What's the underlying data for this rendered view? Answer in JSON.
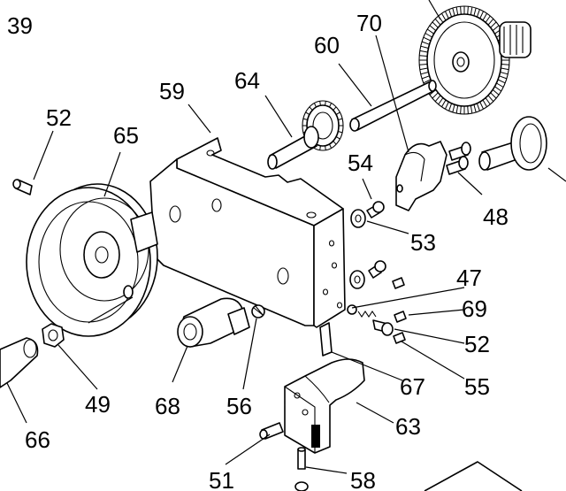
{
  "diagram": {
    "page_number": "39",
    "callouts": {
      "c70": "70",
      "c60": "60",
      "c64": "64",
      "c59": "59",
      "c52a": "52",
      "c65": "65",
      "c54": "54",
      "c48": "48",
      "c53": "53",
      "c47": "47",
      "c69": "69",
      "c52b": "52",
      "c55": "55",
      "c67": "67",
      "c63": "63",
      "c58": "58",
      "c51": "51",
      "c68": "68",
      "c56": "56",
      "c49": "49",
      "c66": "66"
    }
  }
}
